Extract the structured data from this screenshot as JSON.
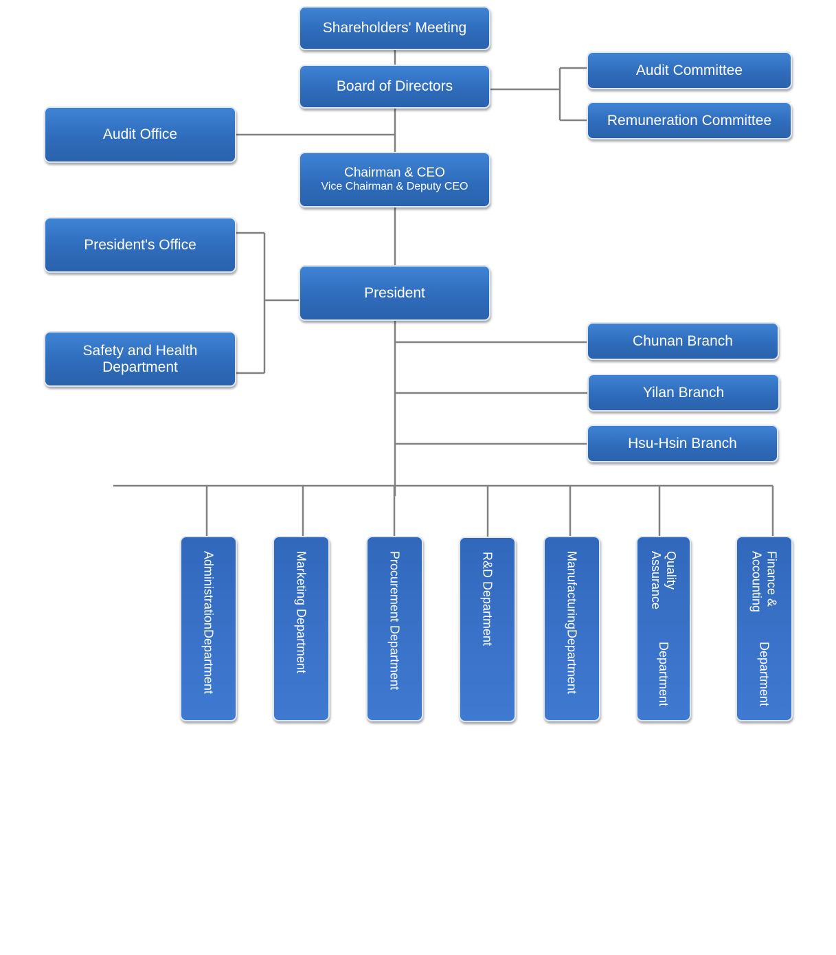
{
  "shareholders": "Shareholders' Meeting",
  "board": "Board of Directors",
  "committees": [
    "Audit Committee",
    "Remuneration Committee"
  ],
  "audit_office": "Audit Office",
  "chairman": {
    "line1": "Chairman  &  CEO",
    "line2": "Vice Chairman  &  Deputy CEO"
  },
  "presidents_office": "President's Office",
  "safety": [
    "Safety and Health",
    "Department"
  ],
  "president": "President",
  "branches": [
    "Chunan Branch",
    "Yilan Branch",
    "Hsu-Hsin Branch"
  ],
  "departments": [
    [
      "Administration",
      "Department"
    ],
    [
      "Marketing Department"
    ],
    [
      "Procurement Department"
    ],
    [
      "R&D Department"
    ],
    [
      "Manufacturing",
      "Department"
    ],
    [
      "Quality Assurance",
      "Department"
    ],
    [
      "Finance & Accounting",
      "Department"
    ]
  ]
}
